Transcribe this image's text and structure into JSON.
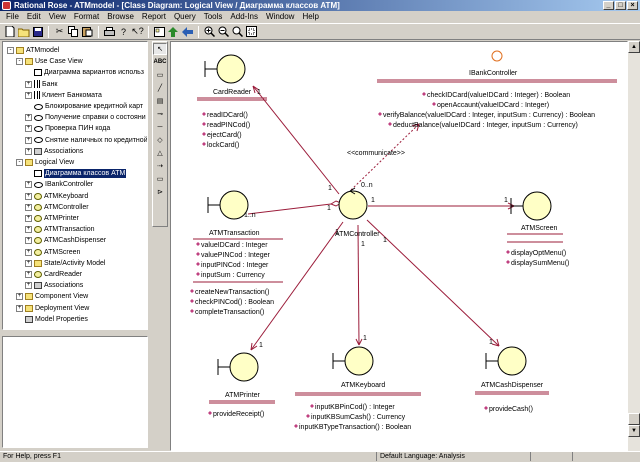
{
  "window": {
    "title": "Rational Rose - ATMmodel - [Class Diagram: Logical View / Диаграмма классов ATM]",
    "controls": [
      "_",
      "□",
      "×"
    ]
  },
  "menu": [
    "File",
    "Edit",
    "View",
    "Format",
    "Browse",
    "Report",
    "Query",
    "Tools",
    "Add-Ins",
    "Window",
    "Help"
  ],
  "toolbar_icons": [
    "new-icon",
    "open-icon",
    "save-icon",
    "cut-icon",
    "copy-icon",
    "paste-icon",
    "print-icon",
    "help-icon",
    "context-help-icon",
    "browse-diagram-icon",
    "browse-parent-icon",
    "browse-previous-icon",
    "zoom-in-icon",
    "zoom-out-icon",
    "fit-window-icon",
    "undo-fit-icon"
  ],
  "browser": {
    "items": [
      {
        "level": 0,
        "expander": "-",
        "icon": "folder",
        "label": "ATMmodel"
      },
      {
        "level": 1,
        "expander": "-",
        "icon": "folder",
        "label": "Use Case View"
      },
      {
        "level": 2,
        "expander": "",
        "icon": "diag",
        "label": "Диаграмма вариантов использ"
      },
      {
        "level": 2,
        "expander": "+",
        "icon": "actor",
        "label": "Банк"
      },
      {
        "level": 2,
        "expander": "+",
        "icon": "actor",
        "label": "Клиент Банкомата"
      },
      {
        "level": 2,
        "expander": "",
        "icon": "uc",
        "label": "Блокирование кредитной карт"
      },
      {
        "level": 2,
        "expander": "+",
        "icon": "uc",
        "label": "Получение справки о состояни"
      },
      {
        "level": 2,
        "expander": "+",
        "icon": "uc",
        "label": "Проверка ПИН кода"
      },
      {
        "level": 2,
        "expander": "+",
        "icon": "uc",
        "label": "Снятие наличных по кредитной"
      },
      {
        "level": 2,
        "expander": "+",
        "icon": "props",
        "label": "Associations"
      },
      {
        "level": 1,
        "expander": "-",
        "icon": "folder",
        "label": "Logical View"
      },
      {
        "level": 2,
        "expander": "",
        "icon": "diag",
        "label": "Диаграмма классов ATM",
        "selected": true
      },
      {
        "level": 2,
        "expander": "+",
        "icon": "iface",
        "label": "IBankController"
      },
      {
        "level": 2,
        "expander": "+",
        "icon": "cls",
        "label": "ATMKeyboard"
      },
      {
        "level": 2,
        "expander": "+",
        "icon": "cls",
        "label": "ATMController"
      },
      {
        "level": 2,
        "expander": "+",
        "icon": "cls",
        "label": "ATMPrinter"
      },
      {
        "level": 2,
        "expander": "+",
        "icon": "cls",
        "label": "ATMTransaction"
      },
      {
        "level": 2,
        "expander": "+",
        "icon": "cls",
        "label": "ATMCashDispenser"
      },
      {
        "level": 2,
        "expander": "+",
        "icon": "cls",
        "label": "ATMScreen"
      },
      {
        "level": 2,
        "expander": "+",
        "icon": "pkg",
        "label": "State/Activity Model"
      },
      {
        "level": 2,
        "expander": "+",
        "icon": "cls",
        "label": "CardReader"
      },
      {
        "level": 2,
        "expander": "+",
        "icon": "props",
        "label": "Associations"
      },
      {
        "level": 1,
        "expander": "+",
        "icon": "folder",
        "label": "Component View"
      },
      {
        "level": 1,
        "expander": "+",
        "icon": "folder",
        "label": "Deployment View"
      },
      {
        "level": 1,
        "expander": "",
        "icon": "props",
        "label": "Model Properties"
      }
    ]
  },
  "palette": [
    "select-icon",
    "text-icon",
    "note-icon",
    "anchor-icon",
    "class-icon",
    "interface-icon",
    "association-icon",
    "aggregation-icon",
    "generalization-icon",
    "dependency-icon",
    "package-icon",
    "realize-icon"
  ],
  "palette_labels": {
    "text": "ABC"
  },
  "diagram": {
    "classes": {
      "card_reader": {
        "name": "CardReader",
        "ops": [
          "readIDCard()",
          "readPINCod()",
          "ejectCard()",
          "lockCard()"
        ]
      },
      "ibank": {
        "name": "IBankController",
        "ops": [
          "checkIDCard(valueIDCard : Integer) : Boolean",
          "openAccaunt(valueIDCard : Integer)",
          "verifyBalance(valueIDCard : Integer, inputSum : Currency) : Boolean",
          "deductBalance(valueIDCard : Integer, inputSum : Currency)"
        ]
      },
      "transaction": {
        "name": "ATMTransaction",
        "attrs": [
          "valueIDCard : Integer",
          "valuePINCod : Integer",
          "inputPINCod : Integer",
          "inputSum : Currency"
        ],
        "ops": [
          "createNewTransaction()",
          "checkPINCod() : Boolean",
          "completeTransaction()"
        ]
      },
      "controller": {
        "name": "ATMController"
      },
      "screen": {
        "name": "ATMScreen",
        "ops": [
          "displayOptMenu()",
          "displaySumMenu()"
        ]
      },
      "printer": {
        "name": "ATMPrinter",
        "ops": [
          "provideReceipt()"
        ]
      },
      "keyboard": {
        "name": "ATMKeyboard",
        "ops": [
          "inputKBPinCod() : Integer",
          "inputKBSumCash() : Currency",
          "inputKBTypeTransaction() : Boolean"
        ]
      },
      "dispenser": {
        "name": "ATMCashDispenser",
        "ops": [
          "provideCash()"
        ]
      }
    },
    "stereotype": "<<communicate>>",
    "multiplicities": {
      "cr": "1",
      "cr2": "1",
      "trans": "1..n",
      "trans2": "1",
      "ctrl_ib": "0..n",
      "screen": "1",
      "screen2": "1",
      "printer": "1",
      "printer2": "1",
      "kb": "1",
      "kb2": "1",
      "disp": "1",
      "disp2": "1"
    },
    "colors": {
      "class_fill": "#ffffc6",
      "line": "#9b1c3a",
      "text": "#000000"
    }
  },
  "status": {
    "help": "For Help, press F1",
    "language": "Default Language: Analysis"
  }
}
